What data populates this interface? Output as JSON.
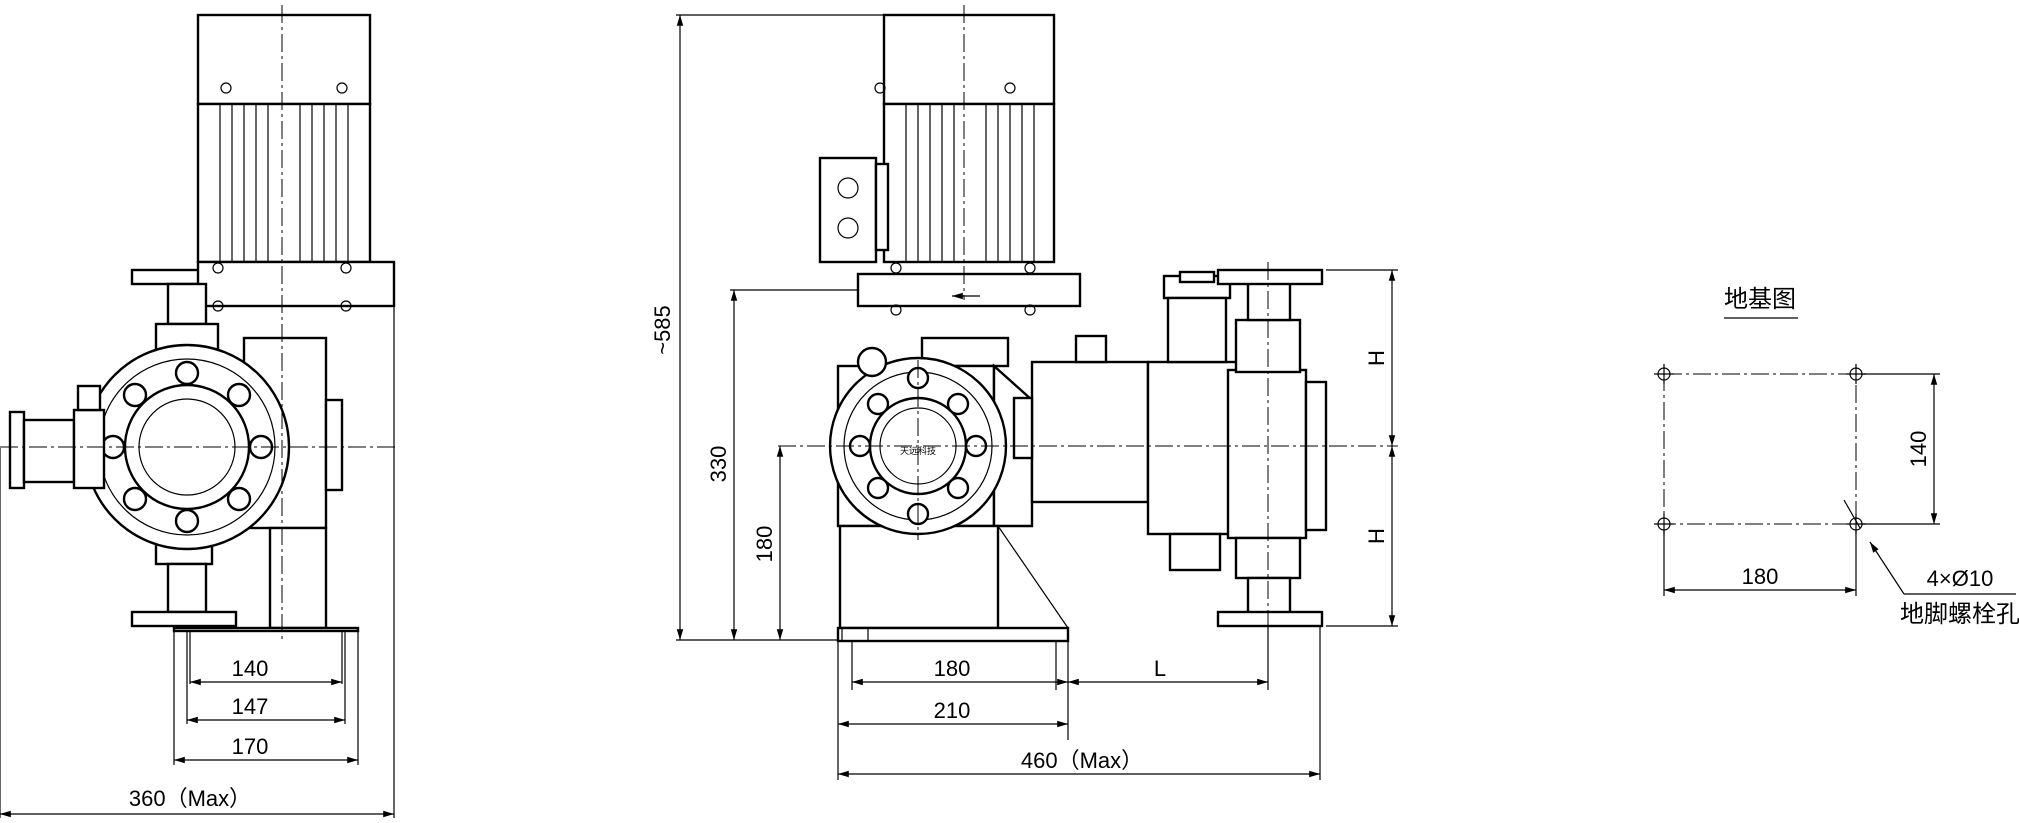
{
  "front_view": {
    "dims": [
      "140",
      "147",
      "170",
      "360（Max）"
    ]
  },
  "side_view": {
    "dims": [
      "~585",
      "330",
      "180",
      "180",
      "210",
      "L",
      "460（Max）",
      "H",
      "H"
    ],
    "nameplate": "天远科技"
  },
  "foundation_plan": {
    "title": "地基图",
    "dims": [
      "140",
      "180"
    ],
    "hole_spec": "4×Ø10",
    "hole_label": "地脚螺栓孔"
  }
}
